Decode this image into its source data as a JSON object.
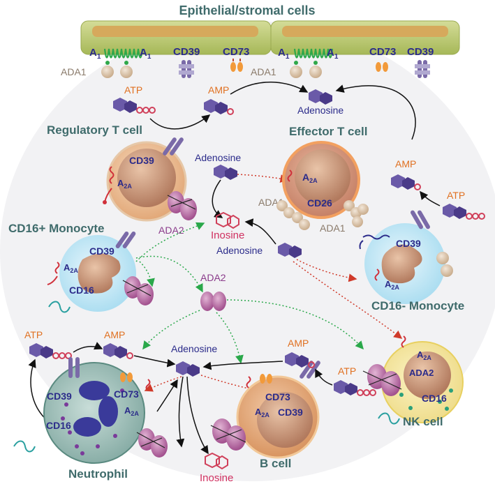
{
  "title": "Epithelial/stromal cells",
  "epithelial": {
    "a1": "A",
    "a1_sub": "1",
    "cd39": "CD39",
    "cd73": "CD73",
    "ada1": "ADA1"
  },
  "molecules": {
    "atp": "ATP",
    "amp": "AMP",
    "adenosine": "Adenosine",
    "inosine": "Inosine",
    "ada1": "ADA1",
    "ada2": "ADA2"
  },
  "receptors": {
    "a2a": "A",
    "a2a_sub": "2A",
    "cd39": "CD39",
    "cd73": "CD73",
    "cd16": "CD16",
    "cd26": "CD26"
  },
  "cells": {
    "treg": "Regulatory T cell",
    "teff": "Effector T cell",
    "cd16pos_mono": "CD16+ Monocyte",
    "cd16neg_mono": "CD16- Monocyte",
    "neutrophil": "Neutrophil",
    "bcell": "B cell",
    "nkcell": "NK cell"
  },
  "colors": {
    "cell_label": "#3f6b6b",
    "receptor_text": "#2b2b8a",
    "atp": "#e07020",
    "inosine": "#d03060",
    "ada_text": "#8a7a6a",
    "ada2_text": "#8a3a8a",
    "green_arrow": "#2aa84a",
    "red_arrow": "#d03a2a",
    "epithelial_fill": "#b8c870",
    "epithelial_inner": "#d8a860"
  }
}
